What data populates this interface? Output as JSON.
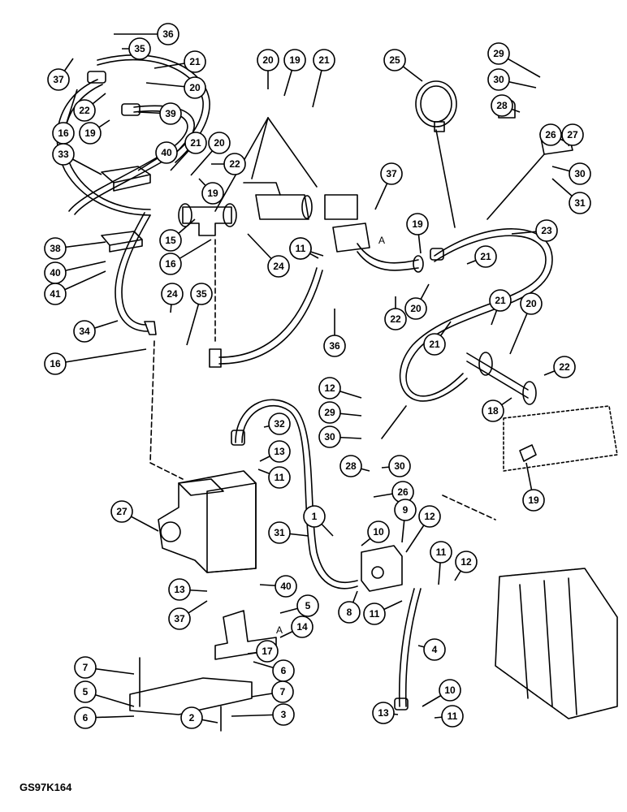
{
  "figure": {
    "reference_code": "GS97K164",
    "marker_letter": "A"
  },
  "callouts": [
    "36",
    "35",
    "37",
    "21",
    "20",
    "22",
    "16",
    "19",
    "39",
    "33",
    "40",
    "21",
    "20",
    "22",
    "19",
    "38",
    "40",
    "41",
    "34",
    "16",
    "15",
    "16",
    "24",
    "24",
    "35",
    "11",
    "20",
    "19",
    "21",
    "19",
    "21",
    "37",
    "25",
    "23",
    "29",
    "30",
    "28",
    "26",
    "27",
    "30",
    "31",
    "11",
    "36",
    "21",
    "22",
    "20",
    "21",
    "20",
    "22",
    "18",
    "19",
    "32",
    "13",
    "11",
    "12",
    "29",
    "30",
    "28",
    "30",
    "26",
    "27",
    "31",
    "1",
    "10",
    "9",
    "12",
    "8",
    "11",
    "11",
    "12",
    "13",
    "37",
    "40",
    "5",
    "14",
    "17",
    "6",
    "7",
    "5",
    "6",
    "7",
    "2",
    "3",
    "4",
    "10",
    "13",
    "11",
    "12"
  ]
}
